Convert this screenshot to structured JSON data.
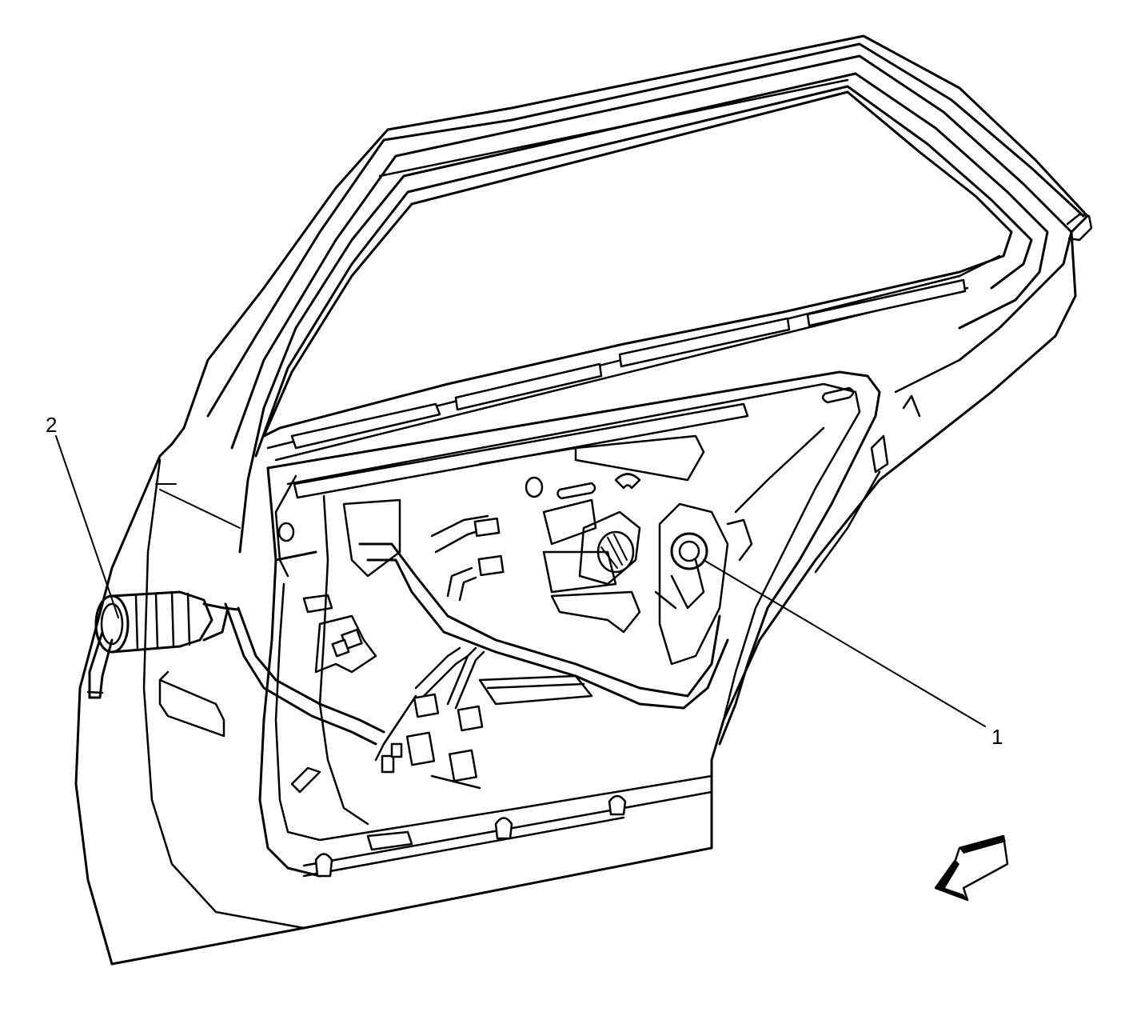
{
  "callouts": [
    {
      "id": "1",
      "label": "1"
    },
    {
      "id": "2",
      "label": "2"
    }
  ],
  "view_indicator": {
    "icon": "view-direction-arrow-icon"
  }
}
